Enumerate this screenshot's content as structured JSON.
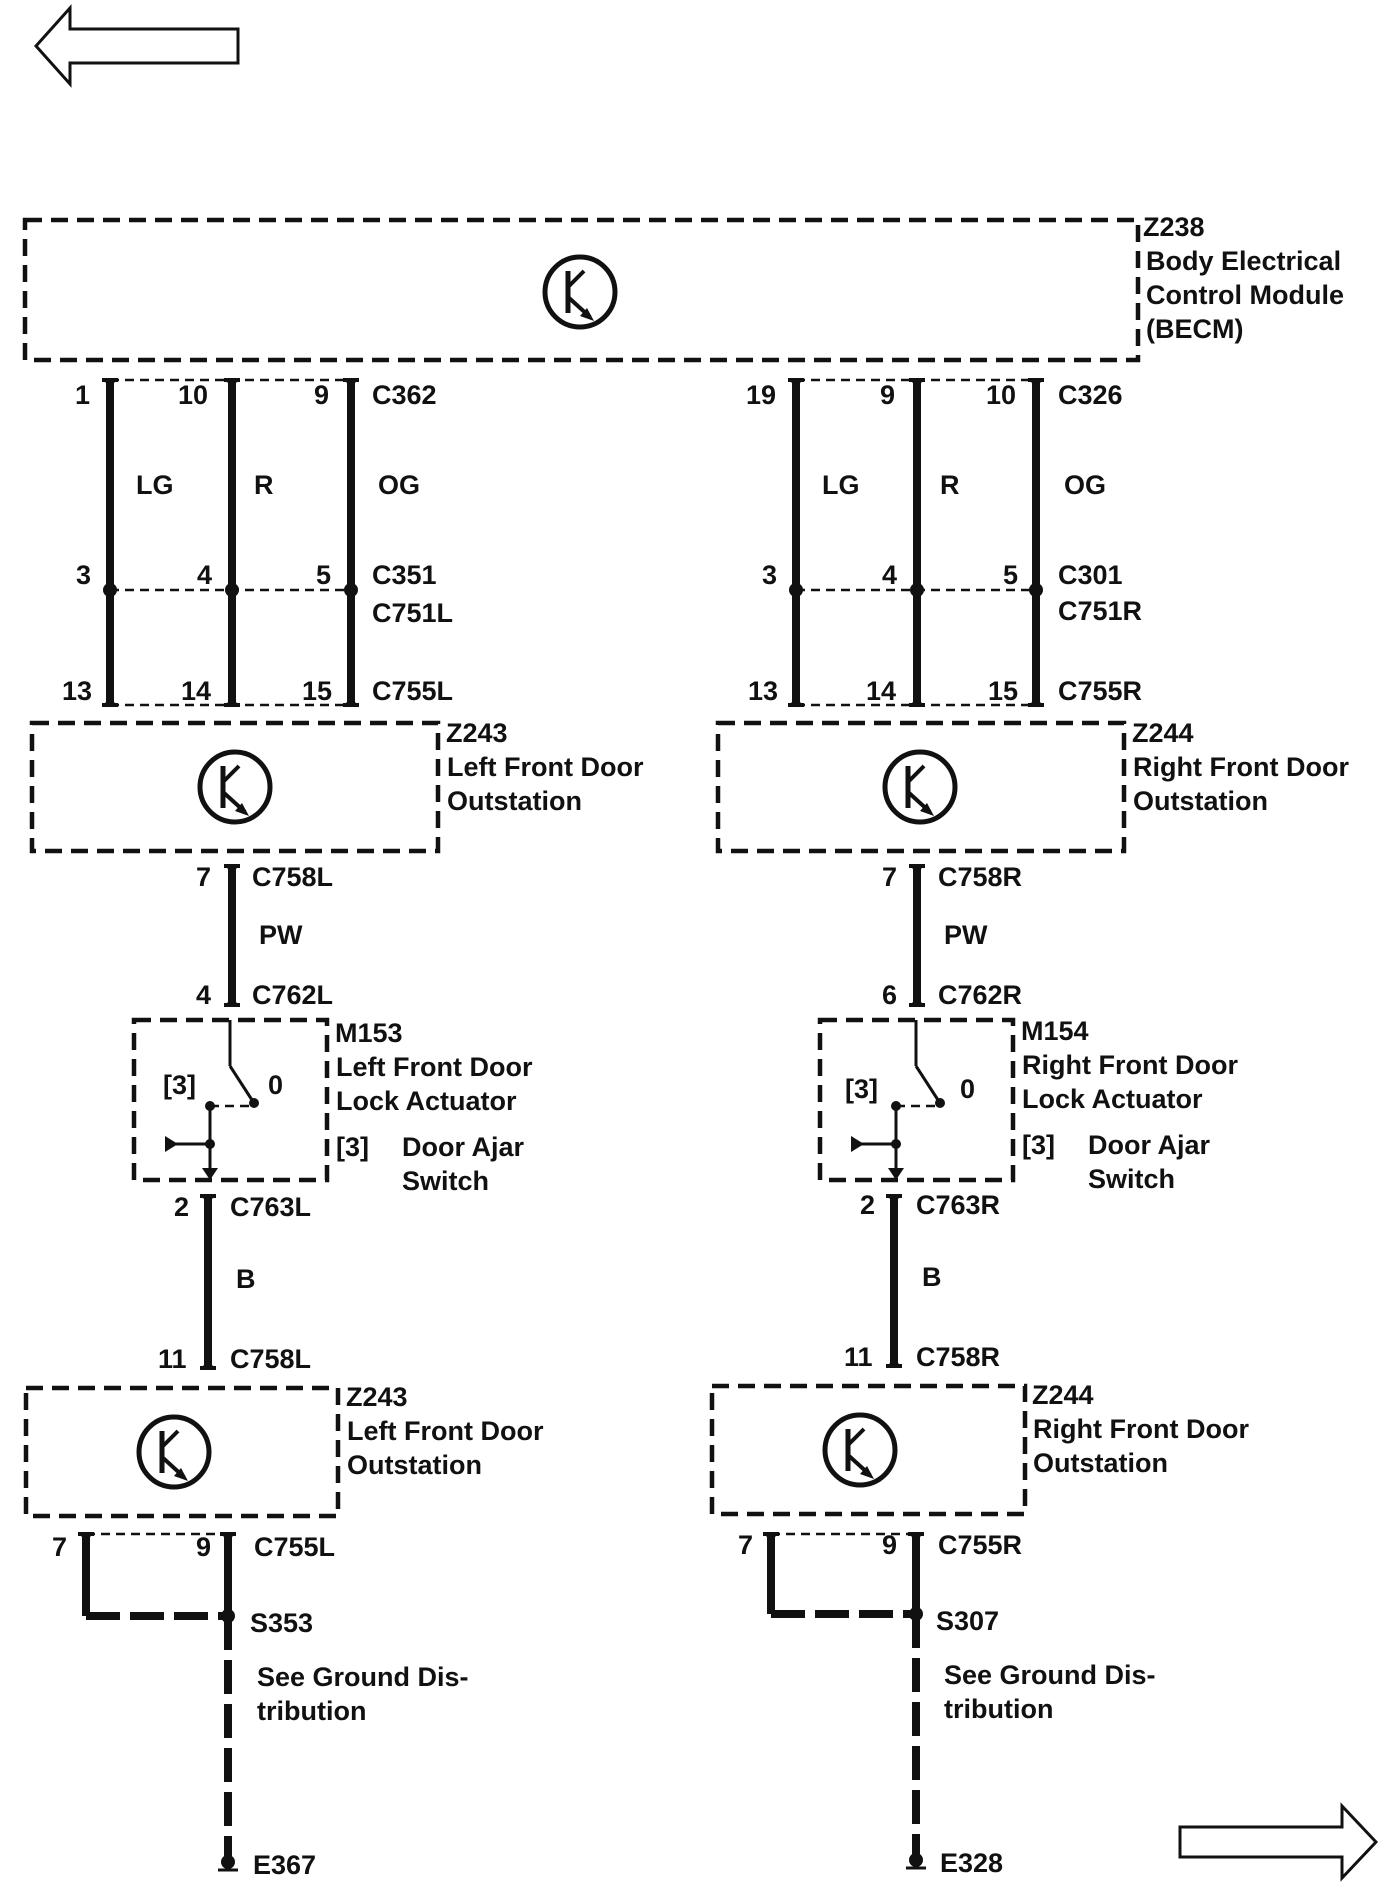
{
  "becm": {
    "id": "Z238",
    "name_line1": "Body Electrical",
    "name_line2": "Control Module",
    "name_line3": "(BECM)",
    "icon": "transistor-icon"
  },
  "left": {
    "upper_connector": "C362",
    "upper_pins": [
      "1",
      "10",
      "9"
    ],
    "wire_colors": [
      "LG",
      "R",
      "OG"
    ],
    "mid_connector_top": "C351",
    "mid_connector_bottom": "C751L",
    "mid_pins": [
      "3",
      "4",
      "5"
    ],
    "lower_connector": "C755L",
    "lower_pins": [
      "13",
      "14",
      "15"
    ],
    "outstation_top": {
      "id": "Z243",
      "line1": "Left Front Door",
      "line2": "Outstation",
      "icon": "transistor-icon"
    },
    "pw_pin_top": "7",
    "pw_connector_top": "C758L",
    "pw_color": "PW",
    "pw_pin_bottom": "4",
    "pw_connector_bottom": "C762L",
    "actuator": {
      "id": "M153",
      "line1": "Left Front Door",
      "line2": "Lock Actuator",
      "switch_label": "[3]",
      "switch_state": "0",
      "ajar_ref": "[3]",
      "ajar_line1": "Door Ajar",
      "ajar_line2": "Switch"
    },
    "b_pin_top": "2",
    "b_connector_top": "C763L",
    "b_color": "B",
    "b_pin_bottom": "11",
    "b_connector_bottom": "C758L",
    "outstation_bottom": {
      "id": "Z243",
      "line1": "Left Front Door",
      "line2": "Outstation",
      "icon": "transistor-icon"
    },
    "ground_pins": [
      "7",
      "9"
    ],
    "ground_connector": "C755L",
    "splice": "S353",
    "note_line1": "See Ground Dis-",
    "note_line2": "tribution",
    "ground_point": "E367"
  },
  "right": {
    "upper_connector": "C326",
    "upper_pins": [
      "19",
      "9",
      "10"
    ],
    "wire_colors": [
      "LG",
      "R",
      "OG"
    ],
    "mid_connector_top": "C301",
    "mid_connector_bottom": "C751R",
    "mid_pins": [
      "3",
      "4",
      "5"
    ],
    "lower_connector": "C755R",
    "lower_pins": [
      "13",
      "14",
      "15"
    ],
    "outstation_top": {
      "id": "Z244",
      "line1": "Right Front Door",
      "line2": "Outstation",
      "icon": "transistor-icon"
    },
    "pw_pin_top": "7",
    "pw_connector_top": "C758R",
    "pw_color": "PW",
    "pw_pin_bottom": "6",
    "pw_connector_bottom": "C762R",
    "actuator": {
      "id": "M154",
      "line1": "Right Front Door",
      "line2": "Lock Actuator",
      "switch_label": "[3]",
      "switch_state": "0",
      "ajar_ref": "[3]",
      "ajar_line1": "Door Ajar",
      "ajar_line2": "Switch"
    },
    "b_pin_top": "2",
    "b_connector_top": "C763R",
    "b_color": "B",
    "b_pin_bottom": "11",
    "b_connector_bottom": "C758R",
    "outstation_bottom": {
      "id": "Z244",
      "line1": "Right Front Door",
      "line2": "Outstation",
      "icon": "transistor-icon"
    },
    "ground_pins": [
      "7",
      "9"
    ],
    "ground_connector": "C755R",
    "splice": "S307",
    "note_line1": "See Ground Dis-",
    "note_line2": "tribution",
    "ground_point": "E328"
  },
  "nav": {
    "prev_icon": "arrow-left-icon",
    "next_icon": "arrow-right-icon"
  }
}
